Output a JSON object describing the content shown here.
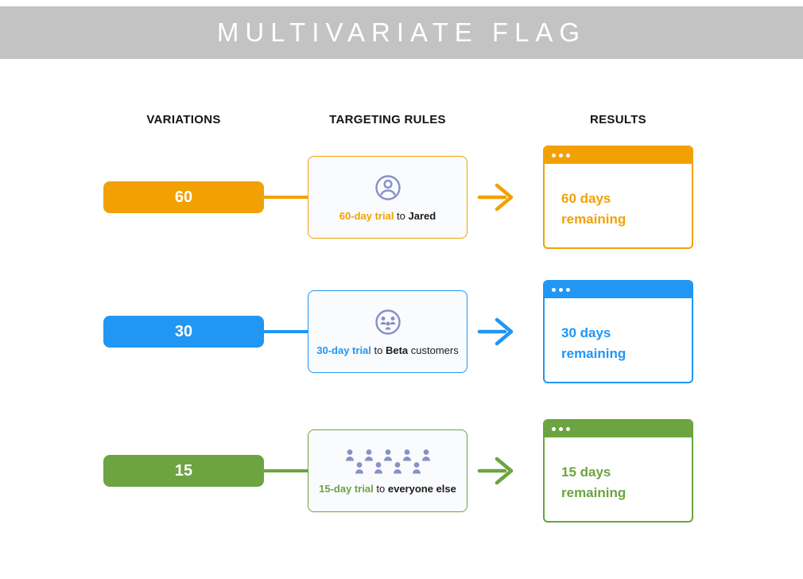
{
  "header": {
    "title": "MULTIVARIATE FLAG",
    "banner_color": "#c3c3c3"
  },
  "columns": [
    {
      "label": "VARIATIONS"
    },
    {
      "label": "TARGETING RULES"
    },
    {
      "label": "RESULTS"
    }
  ],
  "rows": [
    {
      "color": "#F2A104",
      "variation": "60",
      "rule": {
        "icon": "user-circle-icon",
        "trial": "60-day trial",
        "connector": " to ",
        "target_bold": "Jared",
        "target_plain": ""
      },
      "result": {
        "line1": "60 days",
        "line2": "remaining",
        "window_controls": "three-dots"
      }
    },
    {
      "color": "#2196F3",
      "variation": "30",
      "rule": {
        "icon": "beta-customers-globe-icon",
        "trial": "30-day trial",
        "connector": " to ",
        "target_bold": "Beta",
        "target_plain": " customers"
      },
      "result": {
        "line1": "30 days",
        "line2": "remaining",
        "window_controls": "three-dots"
      }
    },
    {
      "color": "#6BA440",
      "variation": "15",
      "rule": {
        "icon": "crowd-icon",
        "trial": "15-day trial",
        "connector": " to ",
        "target_bold": "everyone else",
        "target_plain": ""
      },
      "result": {
        "line1": "15 days",
        "line2": "remaining",
        "window_controls": "three-dots"
      }
    }
  ],
  "icon_color": "#8890C8"
}
